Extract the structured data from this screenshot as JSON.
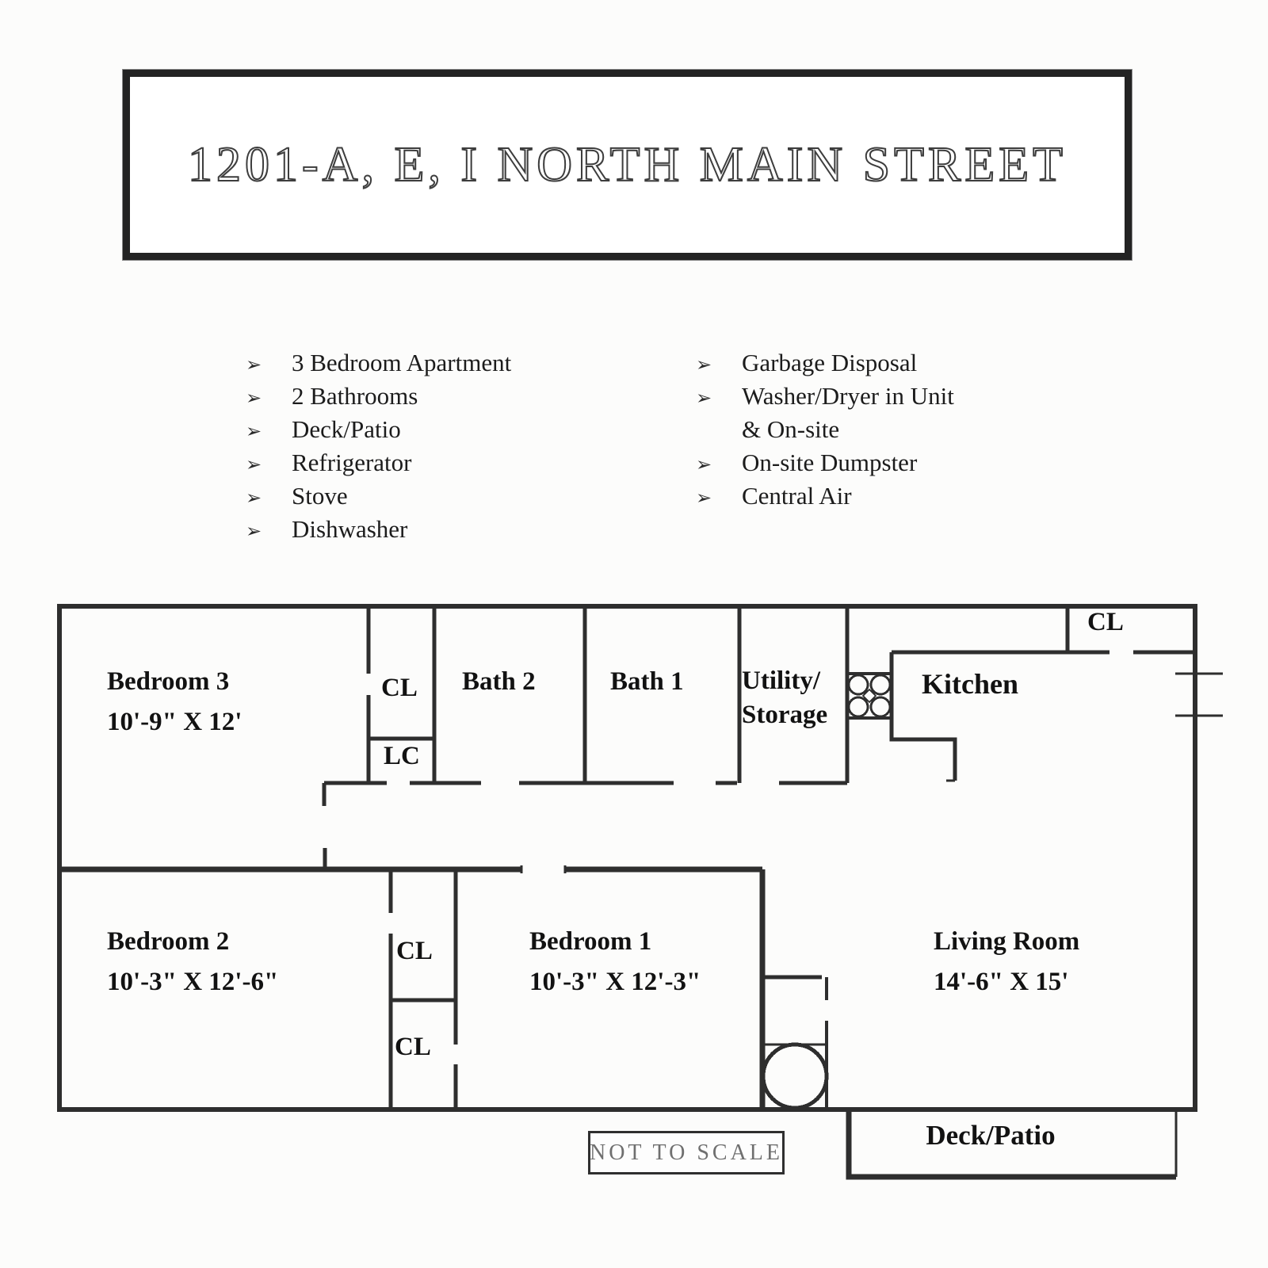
{
  "title": "1201-A, E, I NORTH MAIN STREET",
  "features": {
    "bullet_icon": "➢",
    "left": [
      "3 Bedroom Apartment",
      "2 Bathrooms",
      "Deck/Patio",
      "Refrigerator",
      "Stove",
      "Dishwasher"
    ],
    "right": [
      "Garbage Disposal",
      "Washer/Dryer in Unit",
      "& On-site",
      "On-site Dumpster",
      "Central Air"
    ]
  },
  "rooms": {
    "bedroom3": {
      "name": "Bedroom 3",
      "dims": "10'-9\" X 12'"
    },
    "bath2": {
      "name": "Bath 2"
    },
    "bath1": {
      "name": "Bath 1"
    },
    "utility": {
      "name_line1": "Utility/",
      "name_line2": "Storage"
    },
    "kitchen": {
      "name": "Kitchen"
    },
    "bedroom2": {
      "name": "Bedroom 2",
      "dims": "10'-3\" X 12'-6\""
    },
    "bedroom1": {
      "name": "Bedroom 1",
      "dims": "10'-3\" X 12'-3\""
    },
    "living_room": {
      "name": "Living Room",
      "dims": "14'-6\" X 15'"
    },
    "deck": {
      "name": "Deck/Patio"
    }
  },
  "closets": {
    "hall_cl": "CL",
    "hall_lc": "LC",
    "kitchen_cl": "CL",
    "bedroom2_cl_top": "CL",
    "bedroom2_cl_bottom": "CL"
  },
  "fixtures": {
    "hatched_box": "washer-dryer-hookup",
    "circle_fixture": "water-heater"
  },
  "annotations": {
    "scale_note": "NOT TO SCALE"
  },
  "colors": {
    "wall": "#2e2e2e",
    "text": "#121212",
    "note_text": "#6f6f6f"
  }
}
